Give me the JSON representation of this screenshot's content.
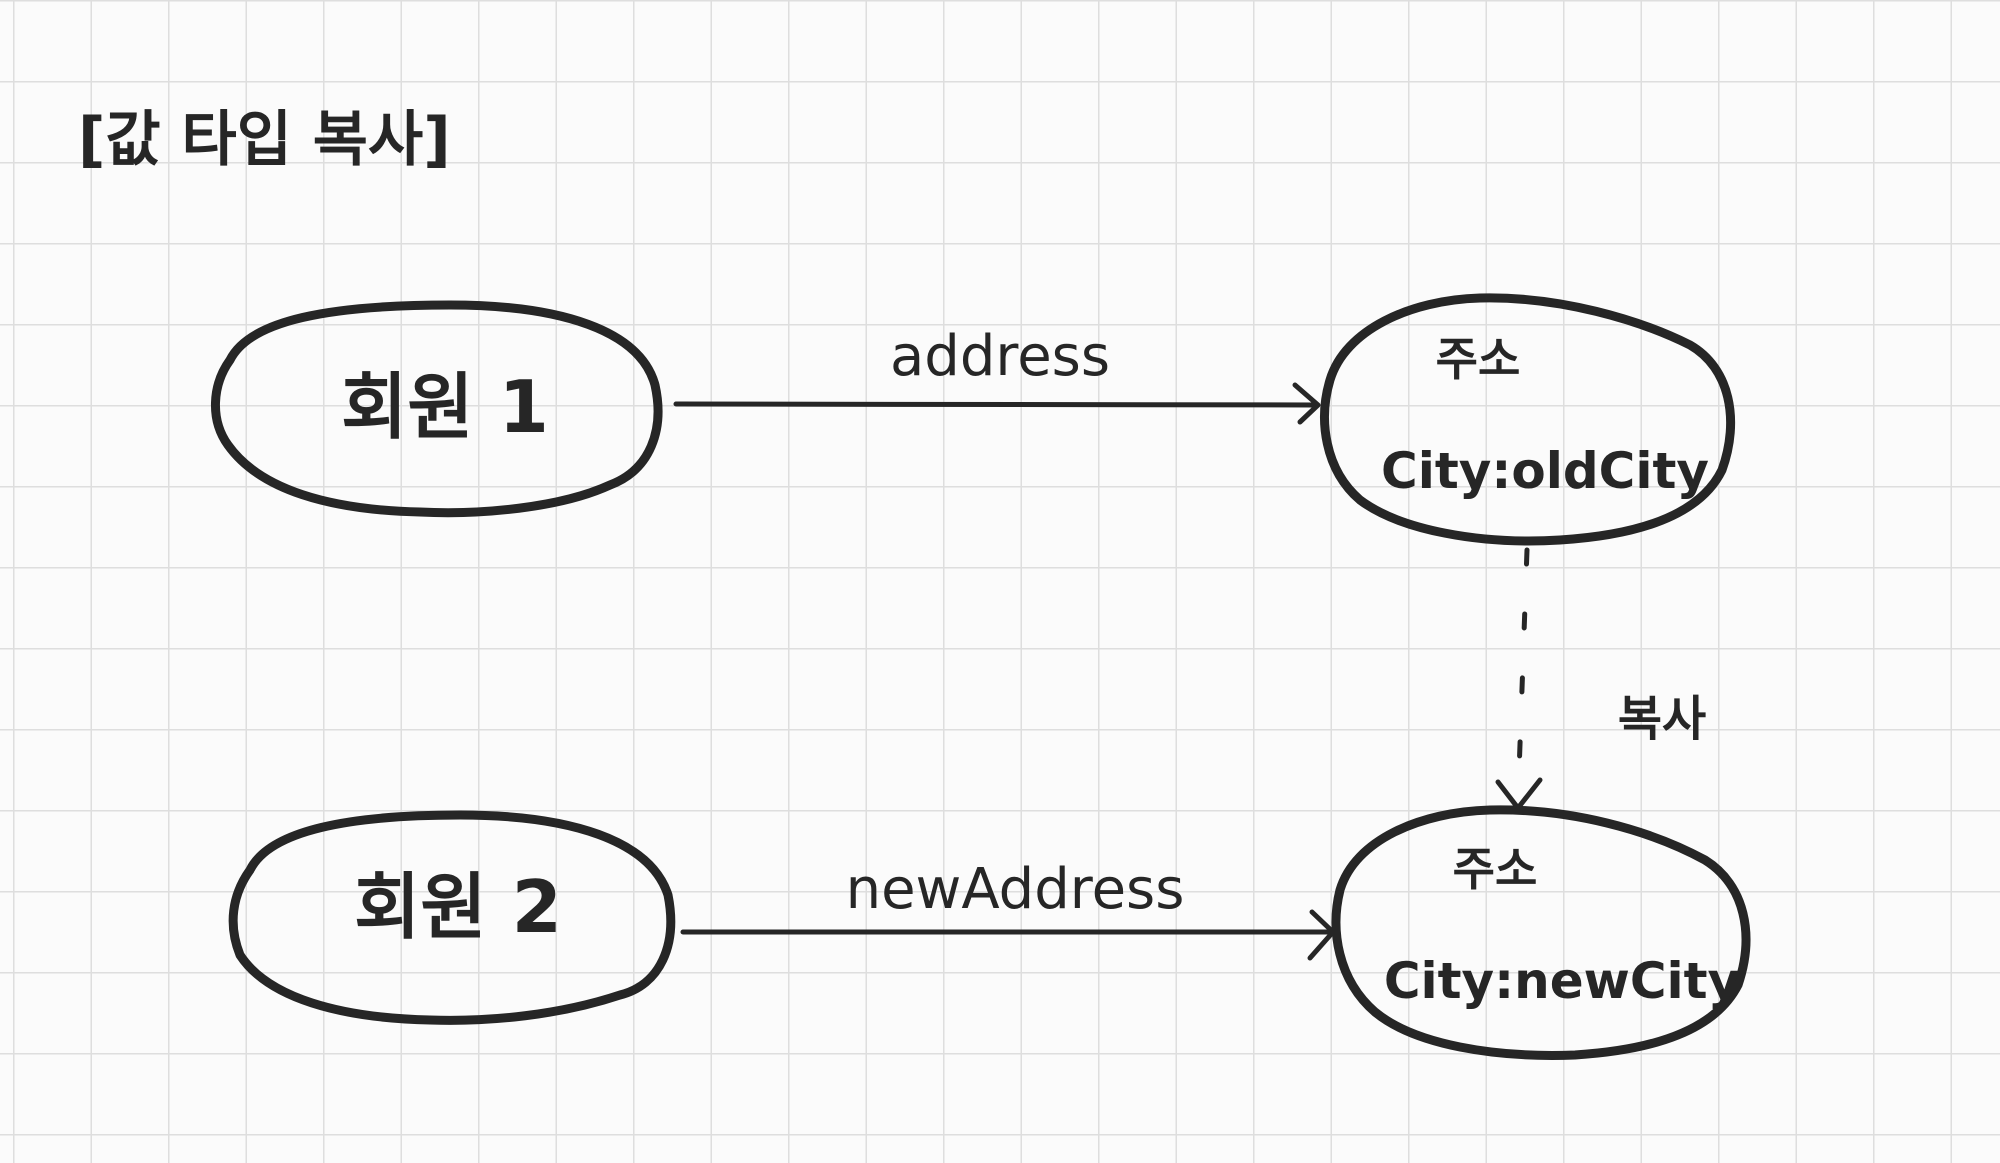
{
  "title": "[값 타입 복사]",
  "nodes": {
    "member1": {
      "label": "회원 1"
    },
    "member2": {
      "label": "회원 2"
    },
    "address1": {
      "title": "주소",
      "city": "City:oldCity"
    },
    "address2": {
      "title": "주소",
      "city": "City:newCity"
    }
  },
  "edges": {
    "member1_to_address1": {
      "label": "address"
    },
    "member2_to_address2": {
      "label": "newAddress"
    },
    "copy": {
      "label": "복사"
    }
  },
  "colors": {
    "ink": "#262626",
    "grid": "#dedede",
    "paper": "#fbfbfb"
  }
}
